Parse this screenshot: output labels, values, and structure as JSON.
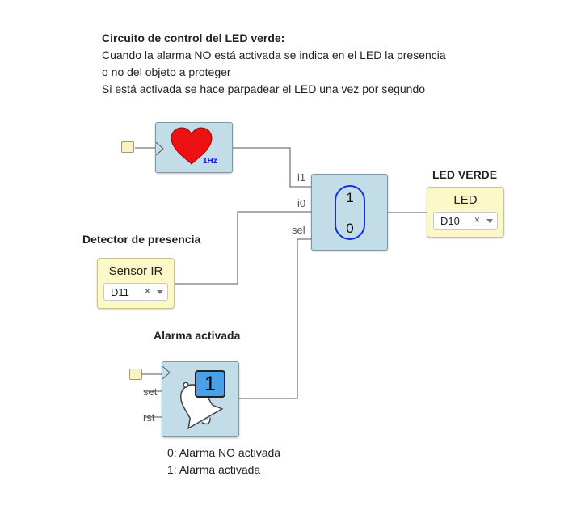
{
  "description": {
    "title": "Circuito de control del LED verde:",
    "lines": [
      "Cuando la alarma NO está activada se indica en el LED la presencia",
      "o no del objeto a proteger",
      "Si está activada se hace parpadear el LED una vez por segundo"
    ]
  },
  "blink_block": {
    "freq_label": "1Hz",
    "icon": "heart-icon"
  },
  "mux_block": {
    "inputs": [
      "i1",
      "i0",
      "sel"
    ],
    "values": [
      "1",
      "0"
    ]
  },
  "led": {
    "heading": "LED VERDE",
    "label": "LED",
    "pin": "D10",
    "clear": "×"
  },
  "sensor": {
    "heading": "Detector de presencia",
    "label": "Sensor IR",
    "pin": "D11",
    "clear": "×"
  },
  "alarm": {
    "heading": "Alarma activada",
    "value": "1",
    "inputs": [
      "set",
      "rst"
    ],
    "icon": "bell-icon"
  },
  "notes": [
    "0: Alarma NO activada",
    "1: Alarma activada"
  ],
  "colors": {
    "block_bg": "#c3dde8",
    "io_bg": "#fdf8c7",
    "mux_oval": "#1530d8",
    "heart": "#ee1111",
    "counter_bg": "#4aa0e8",
    "wire": "#777777"
  }
}
